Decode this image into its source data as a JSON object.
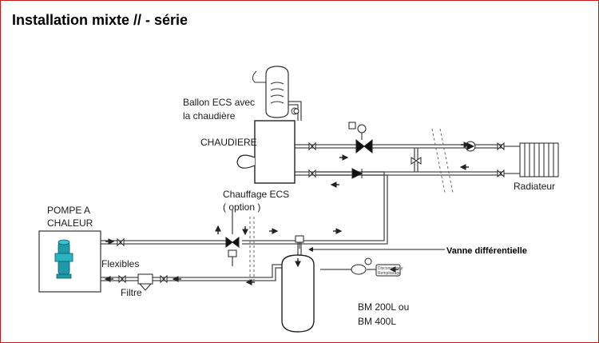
{
  "title": "Installation mixte //  -  série",
  "labels": {
    "ballon_line1": "Ballon  ECS avec",
    "ballon_line2": "la chaudière",
    "chaudiere": "CHAUDIERE",
    "chauffage_line1": "Chauffage ECS",
    "chauffage_line2": "( option )",
    "pompe_line1": "POMPE A",
    "pompe_line2": "CHALEUR",
    "flexibles": "Flexibles",
    "filtre": "Filtre",
    "vanne": "Vanne différentielle",
    "radiateur": "Radiateur",
    "bm_line1": "BM 200L ou",
    "bm_line2": "BM 400L",
    "rempl_line1": "Disconnecteur",
    "rempl_line2": "Remplissage"
  },
  "colors": {
    "frame": "#c41818",
    "pipe": "#4a4a4a",
    "pump": "#1e9aa8"
  }
}
